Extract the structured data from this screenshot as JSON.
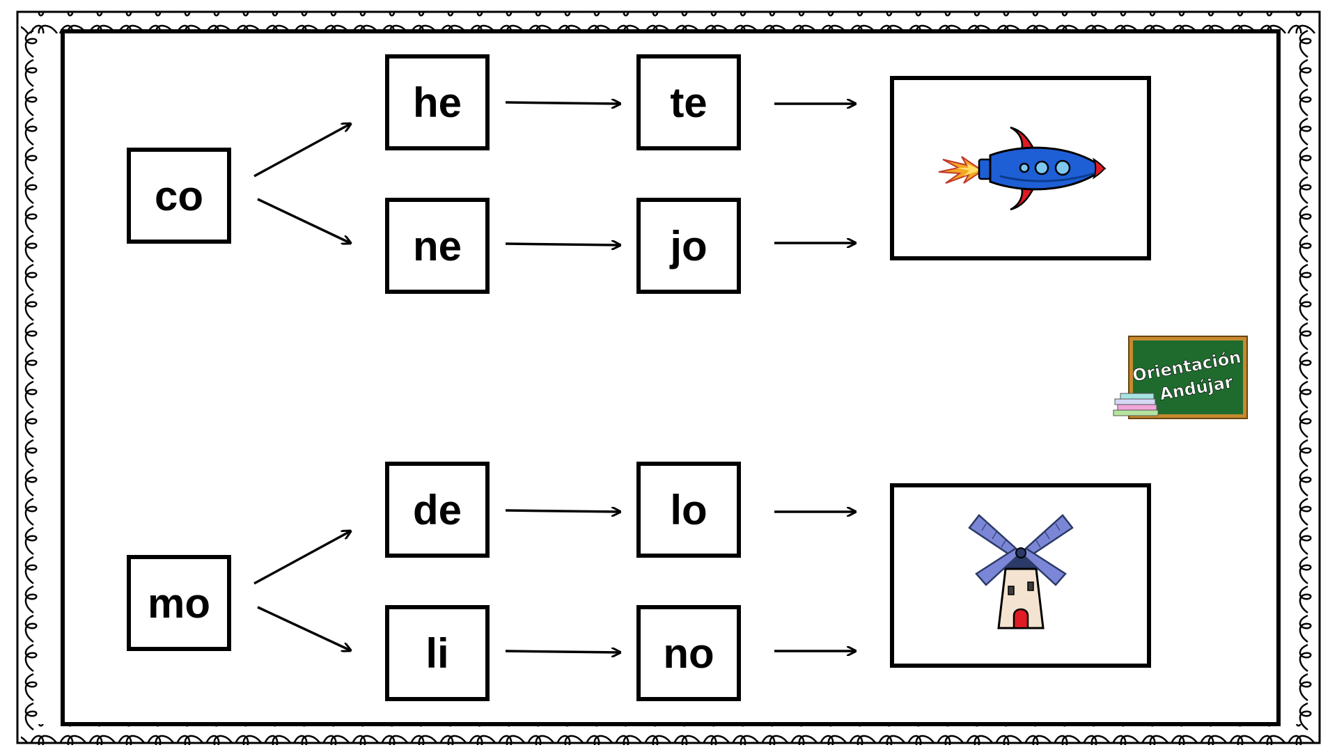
{
  "groups": [
    {
      "start": "co",
      "upper": [
        "he",
        "te"
      ],
      "lower": [
        "ne",
        "jo"
      ],
      "picture": "rocket-icon"
    },
    {
      "start": "mo",
      "upper": [
        "de",
        "lo"
      ],
      "lower": [
        "li",
        "no"
      ],
      "picture": "windmill-icon"
    }
  ],
  "logo": {
    "line1": "Orientación",
    "line2": "Andújar"
  },
  "colors": {
    "rocket_body": "#1e5fd6",
    "rocket_fins": "#e01b24",
    "windmill_sails": "#7b87d6",
    "chalkboard": "#1f6b2e",
    "chalkboard_frame": "#c58a2e"
  }
}
